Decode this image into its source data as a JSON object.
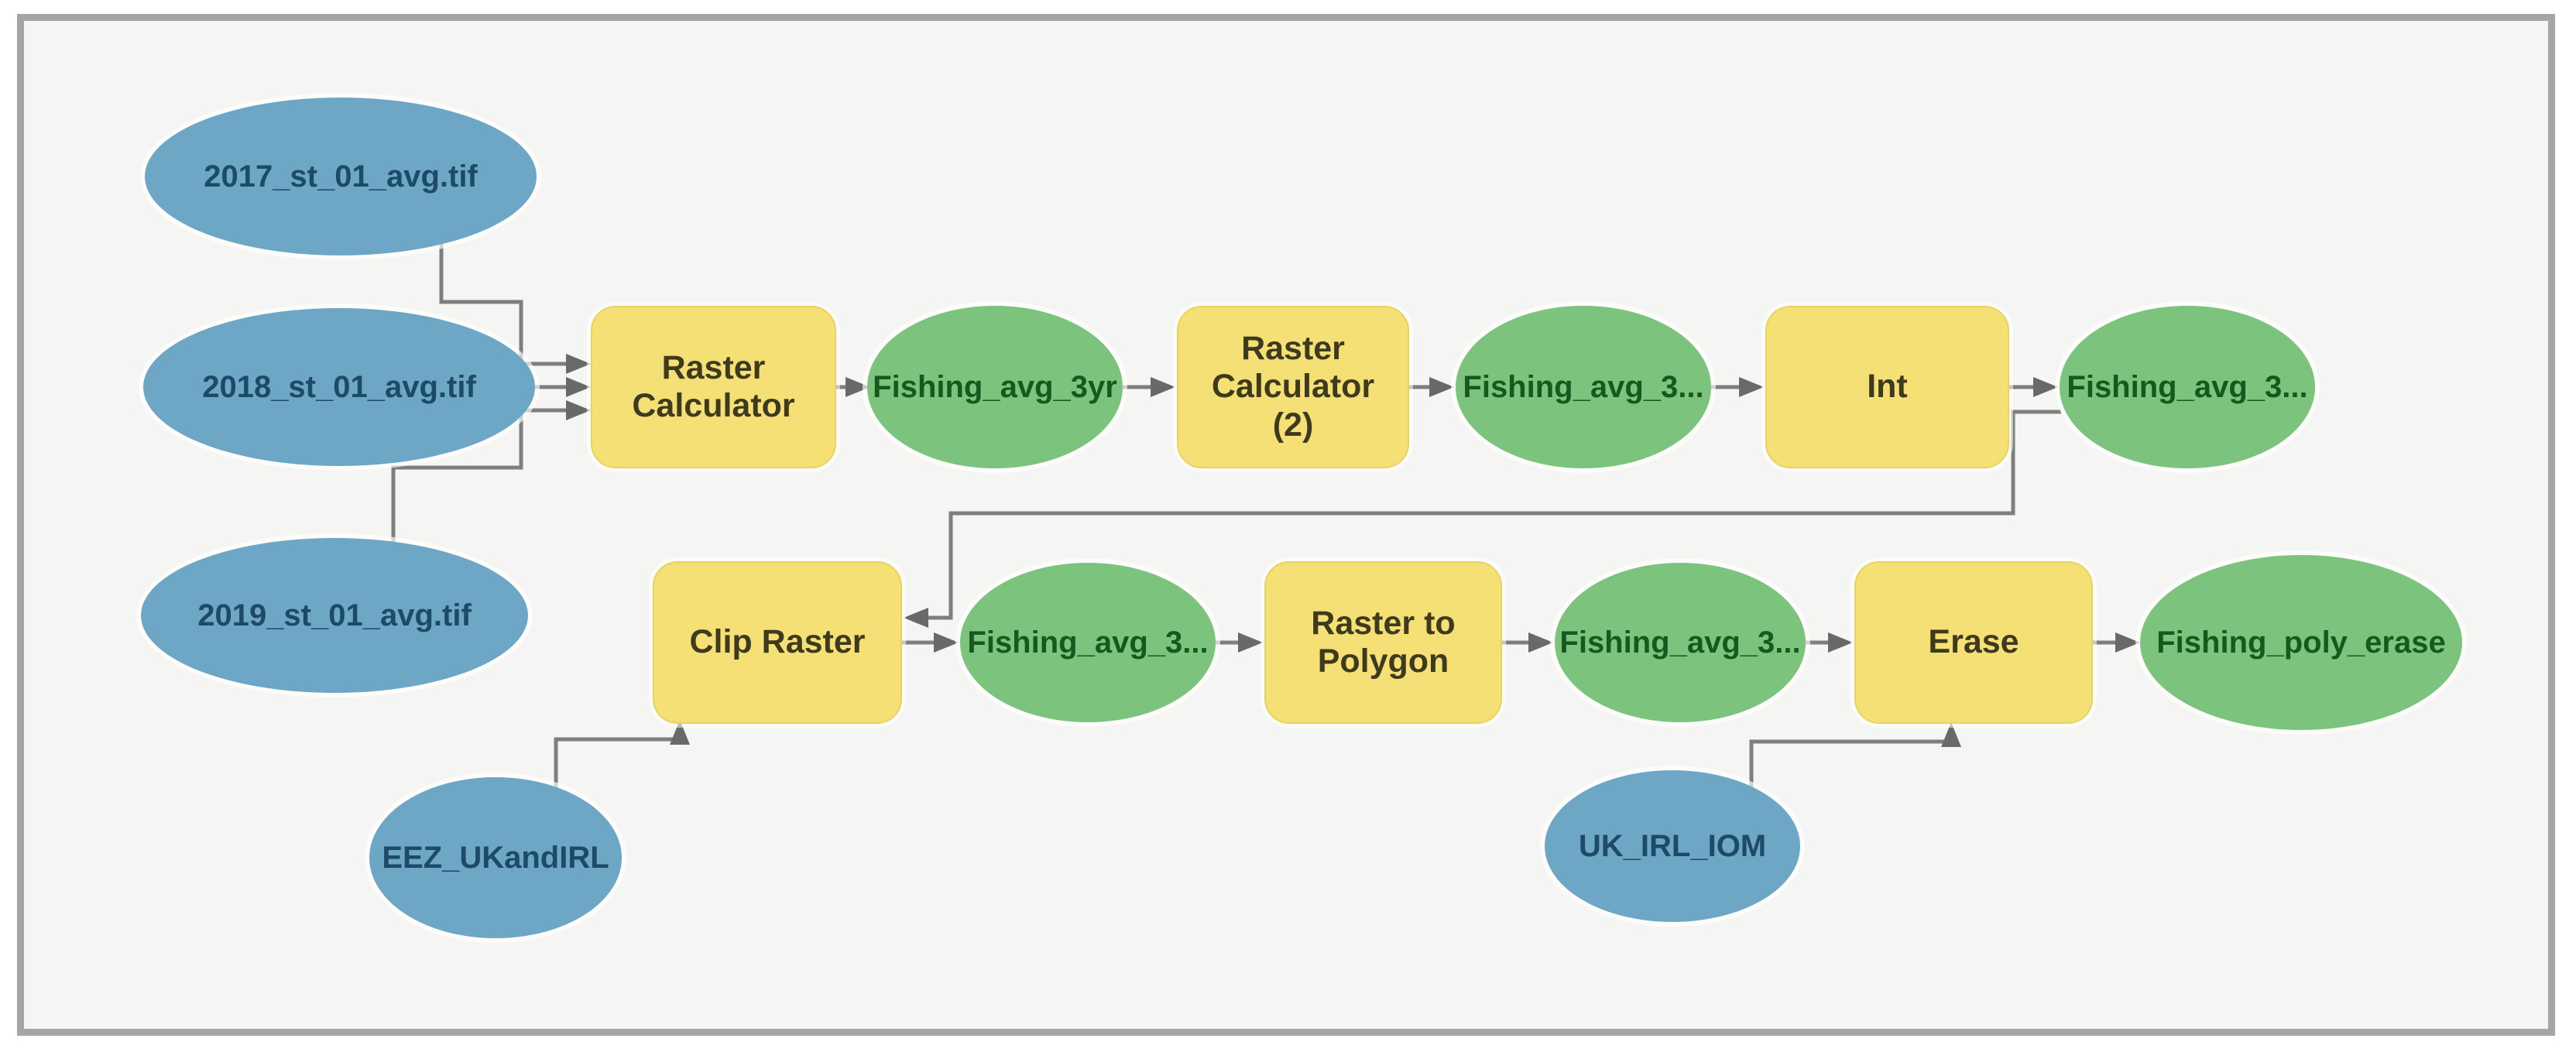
{
  "diagram": {
    "app_context": "geoprocessing-model-flowchart",
    "colors": {
      "canvas_background": "#f5f5f3",
      "frame_border": "#a5a5a5",
      "input_fill": "#6ea7c6",
      "input_text": "#1d4a66",
      "tool_fill": "#f4e074",
      "tool_text": "#3e3a1d",
      "output_fill": "#7cc47e",
      "output_text": "#17591d",
      "connector": "#7e7e7e"
    },
    "nodes": {
      "in2017": {
        "kind": "input",
        "label": "2017_st_01_avg.tif"
      },
      "in2018": {
        "kind": "input",
        "label": "2018_st_01_avg.tif"
      },
      "in2019": {
        "kind": "input",
        "label": "2019_st_01_avg.tif"
      },
      "eez": {
        "kind": "input",
        "label": "EEZ_UKandIRL"
      },
      "ukirl": {
        "kind": "input",
        "label": "UK_IRL_IOM"
      },
      "rc1": {
        "kind": "tool",
        "label": "Raster Calculator"
      },
      "rc2": {
        "kind": "tool",
        "label": "Raster Calculator (2)"
      },
      "int": {
        "kind": "tool",
        "label": "Int"
      },
      "clip": {
        "kind": "tool",
        "label": "Clip Raster"
      },
      "rtp": {
        "kind": "tool",
        "label": "Raster to Polygon"
      },
      "erase": {
        "kind": "tool",
        "label": "Erase"
      },
      "g1": {
        "kind": "output",
        "label": "Fishing_avg_3yr"
      },
      "g2": {
        "kind": "output",
        "label": "Fishing_avg_3..."
      },
      "g3": {
        "kind": "output",
        "label": "Fishing_avg_3..."
      },
      "g4": {
        "kind": "output",
        "label": "Fishing_avg_3..."
      },
      "g5": {
        "kind": "output",
        "label": "Fishing_avg_3..."
      },
      "g6": {
        "kind": "output",
        "label": "Fishing_poly_erase"
      }
    },
    "edges": [
      {
        "from": "in2017",
        "to": "rc1"
      },
      {
        "from": "in2018",
        "to": "rc1"
      },
      {
        "from": "in2019",
        "to": "rc1"
      },
      {
        "from": "rc1",
        "to": "g1"
      },
      {
        "from": "g1",
        "to": "rc2"
      },
      {
        "from": "rc2",
        "to": "g2"
      },
      {
        "from": "g2",
        "to": "int"
      },
      {
        "from": "int",
        "to": "g3"
      },
      {
        "from": "g3",
        "to": "clip"
      },
      {
        "from": "eez",
        "to": "clip"
      },
      {
        "from": "clip",
        "to": "g4"
      },
      {
        "from": "g4",
        "to": "rtp"
      },
      {
        "from": "rtp",
        "to": "g5"
      },
      {
        "from": "g5",
        "to": "erase"
      },
      {
        "from": "ukirl",
        "to": "erase"
      },
      {
        "from": "erase",
        "to": "g6"
      }
    ]
  }
}
